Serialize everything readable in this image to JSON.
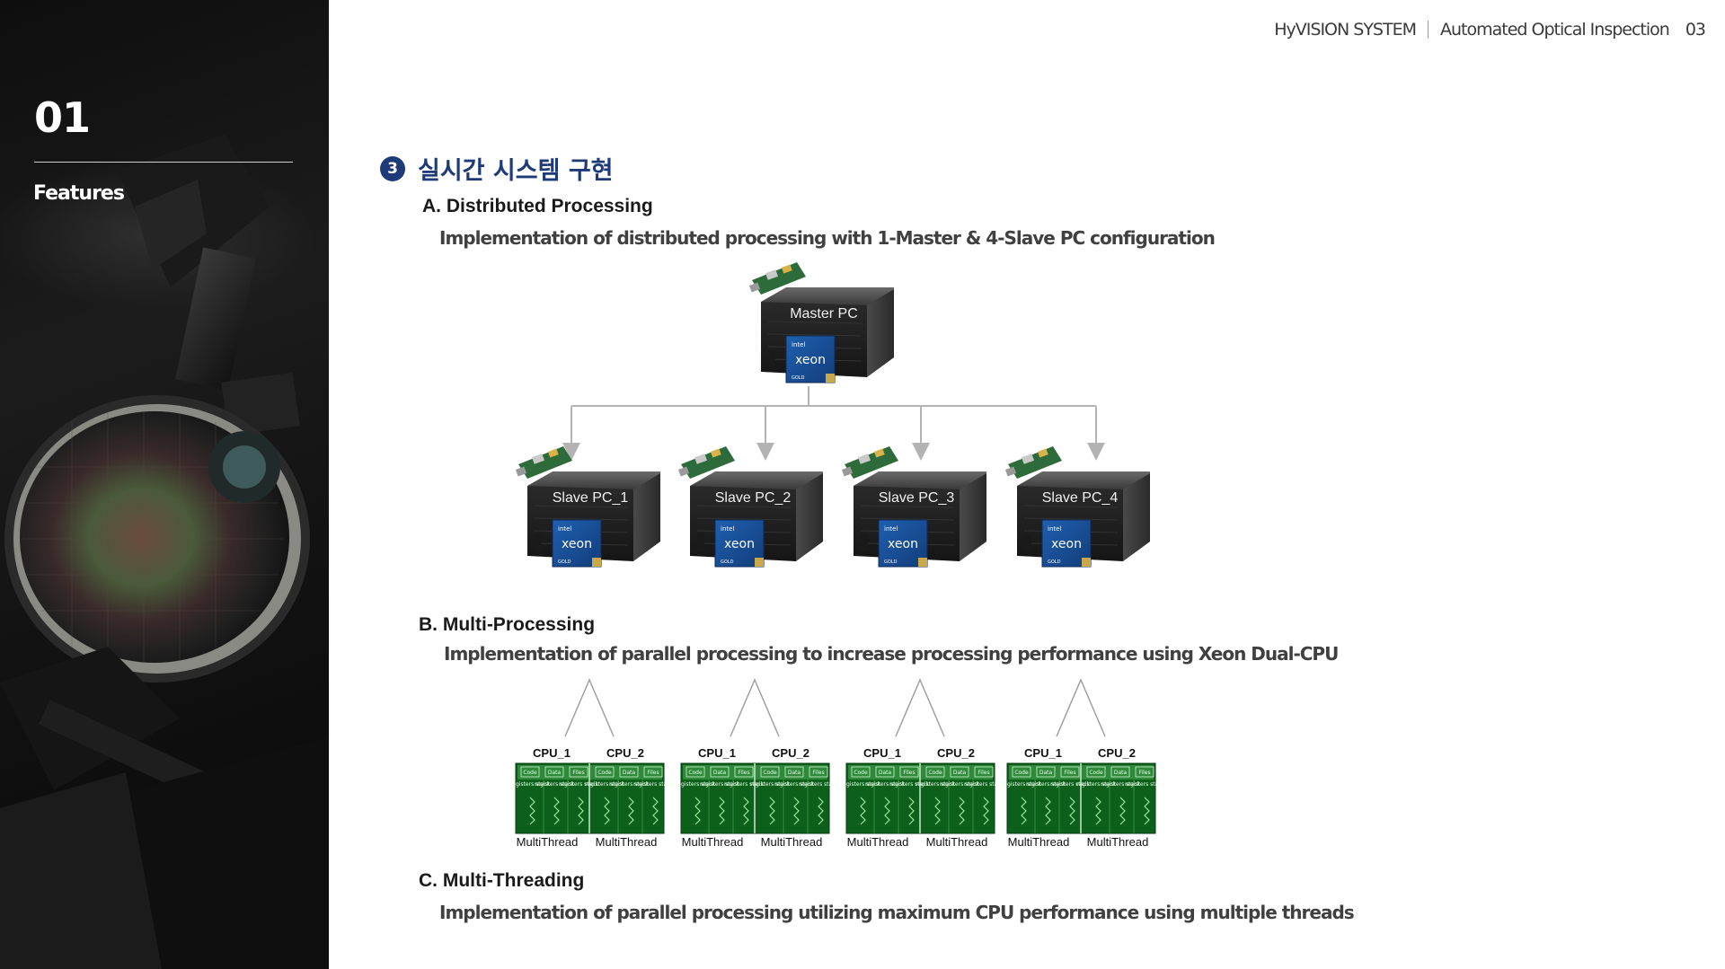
{
  "header": {
    "brand": "HyVISION SYSTEM",
    "subtitle": "Automated Optical Inspection",
    "page_number": "03"
  },
  "sidebar": {
    "section_number": "01",
    "section_label": "Features"
  },
  "section": {
    "badge": "3",
    "title": "실시간 시스템 구현"
  },
  "distributed": {
    "heading": "A. Distributed Processing",
    "description": "Implementation of distributed processing with 1-Master & 4-Slave PC configuration",
    "master_label": "Master PC",
    "slaves": [
      "Slave PC_1",
      "Slave PC_2",
      "Slave PC_3",
      "Slave PC_4"
    ],
    "chip_brand": "intel",
    "chip_name": "XEON",
    "chip_tier": "GOLD"
  },
  "multiprocessing": {
    "heading": "B. Multi-Processing",
    "description": "Implementation of parallel processing to increase processing performance using Xeon Dual-CPU",
    "groups": [
      {
        "cpu_left": "CPU_1",
        "cpu_right": "CPU_2",
        "thread_left": "MultiThread",
        "thread_right": "MultiThread"
      },
      {
        "cpu_left": "CPU_1",
        "cpu_right": "CPU_2",
        "thread_left": "MultiThread",
        "thread_right": "MultiThread"
      },
      {
        "cpu_left": "CPU_1",
        "cpu_right": "CPU_2",
        "thread_left": "MultiThread",
        "thread_right": "MultiThread"
      },
      {
        "cpu_left": "CPU_1",
        "cpu_right": "CPU_2",
        "thread_left": "MultiThread",
        "thread_right": "MultiThread"
      }
    ],
    "thread_cell_labels": [
      "Code",
      "Data",
      "Files"
    ],
    "thread_row_label": "registers stack"
  },
  "multithreading": {
    "heading": "C. Multi-Threading",
    "description": "Implementation of parallel processing utilizing maximum CPU performance using multiple threads"
  },
  "colors": {
    "accent": "#1f3a78",
    "xeon_blue": "#1c4f9c",
    "thread_green": "#0f6b1e",
    "arrow_gray": "#b3b3b3"
  }
}
